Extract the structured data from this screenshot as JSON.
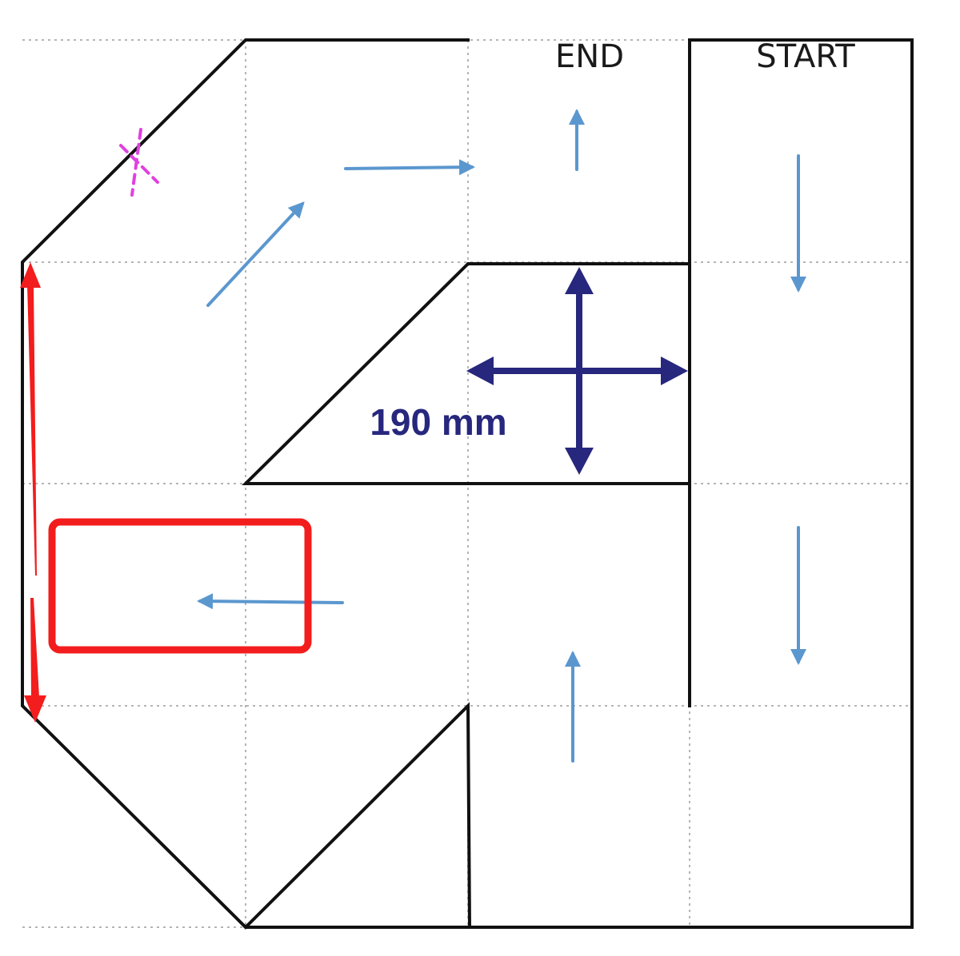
{
  "labels": {
    "end": "END",
    "start": "START",
    "dimension": "190 mm"
  },
  "colors": {
    "wall": "#111111",
    "grid": "#b5b5b5",
    "path_arrow": "#5b97cf",
    "dimension_arrow": "#27277e",
    "highlight": "#f31d1d",
    "marker": "#e040e0"
  },
  "grid": {
    "columns": 4,
    "rows": 4
  }
}
